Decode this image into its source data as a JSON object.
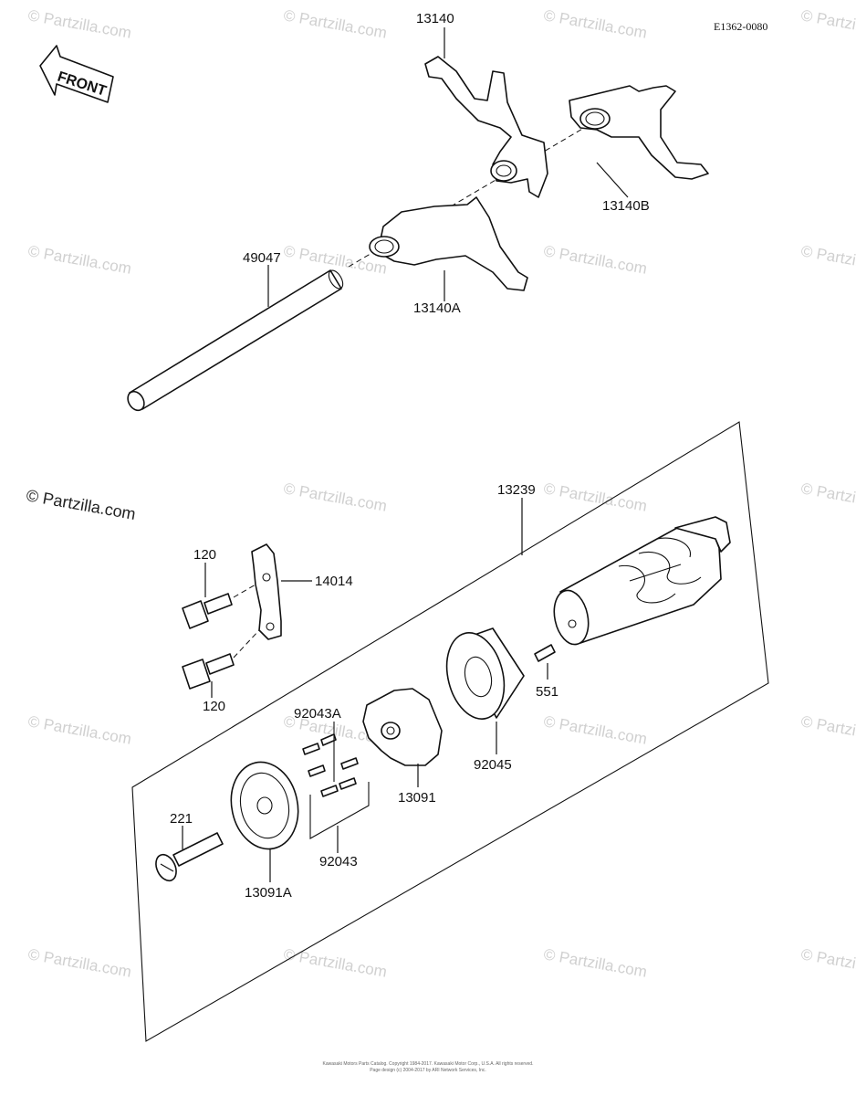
{
  "diagram_code": "E1362-0080",
  "front_label": "FRONT",
  "watermark": "© Partzilla.com",
  "footer": {
    "line1": "Kawasaki Motors Parts Catalog. Copyright 1984-2017. Kawasaki Motor Corp., U.S.A. All rights reserved.",
    "line2": "Page design (c) 2004-2017 by ARI Network Services, Inc."
  },
  "labels": {
    "p13140": "13140",
    "p13140B": "13140B",
    "p13140A": "13140A",
    "p49047": "49047",
    "p13239": "13239",
    "p120_top": "120",
    "p14014": "14014",
    "p120_bottom": "120",
    "p551": "551",
    "p92043A": "92043A",
    "p92045": "92045",
    "p13091": "13091",
    "p221": "221",
    "p92043": "92043",
    "p13091A": "13091A"
  }
}
